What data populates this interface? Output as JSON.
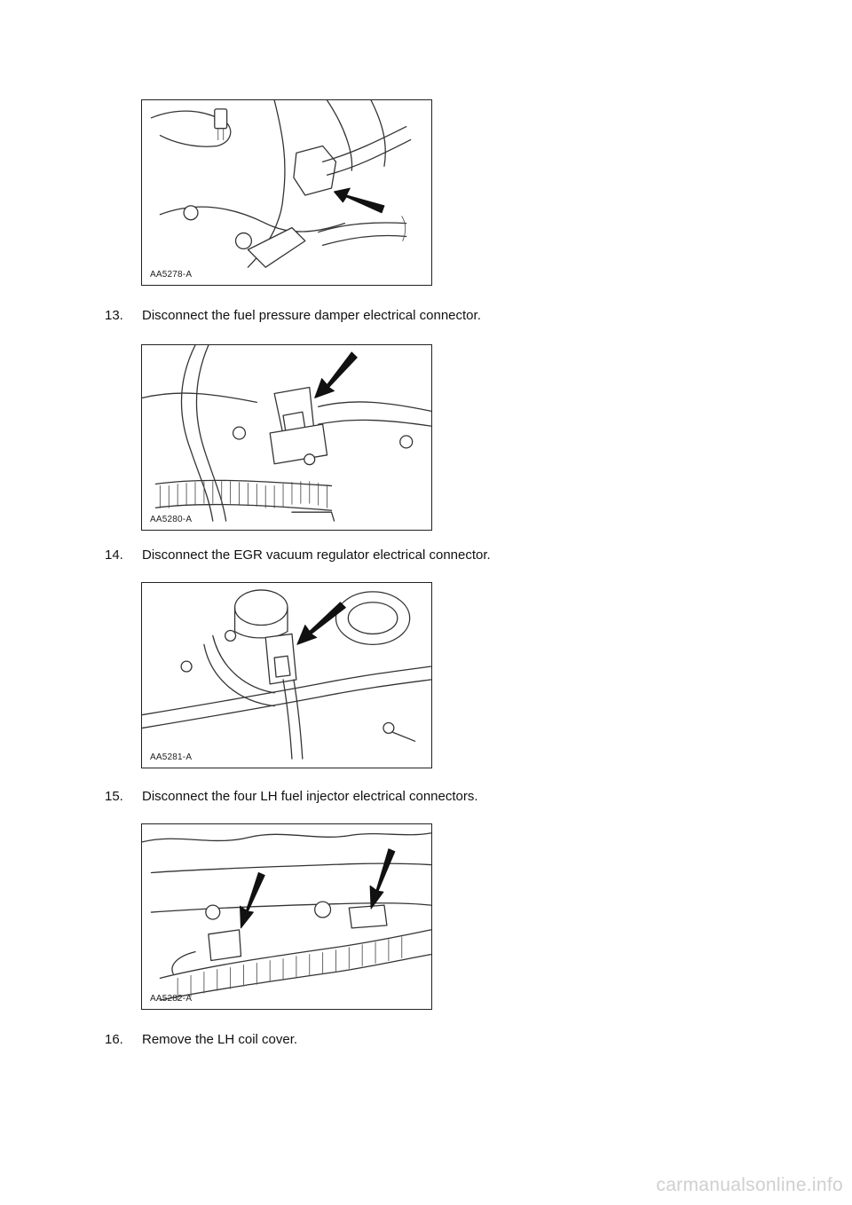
{
  "figures": [
    {
      "code": "AA5278-A"
    },
    {
      "code": "AA5280-A"
    },
    {
      "code": "AA5281-A"
    },
    {
      "code": "AA5282-A"
    }
  ],
  "steps": [
    {
      "number": "13.",
      "text": "Disconnect the fuel pressure damper electrical connector."
    },
    {
      "number": "14.",
      "text": "Disconnect the EGR vacuum regulator electrical connector."
    },
    {
      "number": "15.",
      "text": "Disconnect the four LH fuel injector electrical connectors."
    },
    {
      "number": "16.",
      "text": "Remove the LH coil cover."
    }
  ],
  "watermark": "carmanualsonline.info"
}
